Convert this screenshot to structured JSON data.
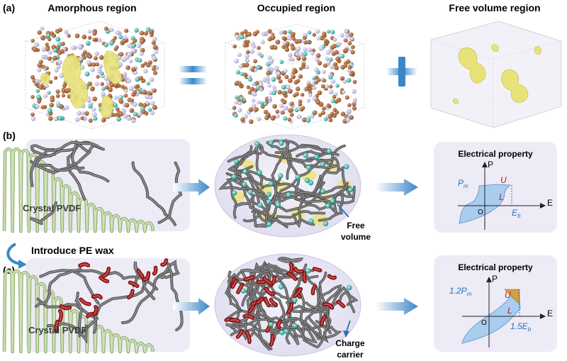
{
  "panel_a": {
    "label": "(a)",
    "titles": [
      "Amorphous region",
      "Occupied region",
      "Free volume region"
    ]
  },
  "panel_b": {
    "label": "(b)",
    "crystal_label": "Crystal PVDF",
    "free_volume_label": [
      "Free",
      "volume"
    ],
    "plot": {
      "title": "Electrical property",
      "p_axis": "P",
      "e_axis": "E",
      "origin": "O",
      "p_level_base": "P",
      "p_level_sub": "m",
      "e_level_base": "E",
      "e_level_sub": "b",
      "u_label": "U",
      "l_label": "L"
    }
  },
  "transition": {
    "label": "Introduce PE wax"
  },
  "panel_c": {
    "label": "(c)",
    "crystal_label": "Crystal PVDF",
    "charge_label": [
      "Charge",
      "carrier"
    ],
    "plot": {
      "title": "Electrical property",
      "p_axis": "P",
      "e_axis": "E",
      "origin": "O",
      "p_level_base": "1.2P",
      "p_level_sub": "m",
      "e_level_base": "1.5E",
      "e_level_sub": "b",
      "u_label": "U",
      "l_label": "L"
    }
  },
  "colors": {
    "chain_gray": "#5a5a5a",
    "crystal_green": "#b6cf96",
    "free_volume_yellow": "#e8e27a",
    "carrier_teal": "#20b3a6",
    "wax_red": "#a81d1d",
    "atom_brown": "#a35c2f",
    "atom_lavender": "#b9b6db",
    "arrow_blue": "#3b86c9",
    "label_blue": "#2f6fb2",
    "label_red": "#c0161b",
    "u_fill_gold": "#d4a042",
    "panel_bg": "#ecebf6"
  }
}
